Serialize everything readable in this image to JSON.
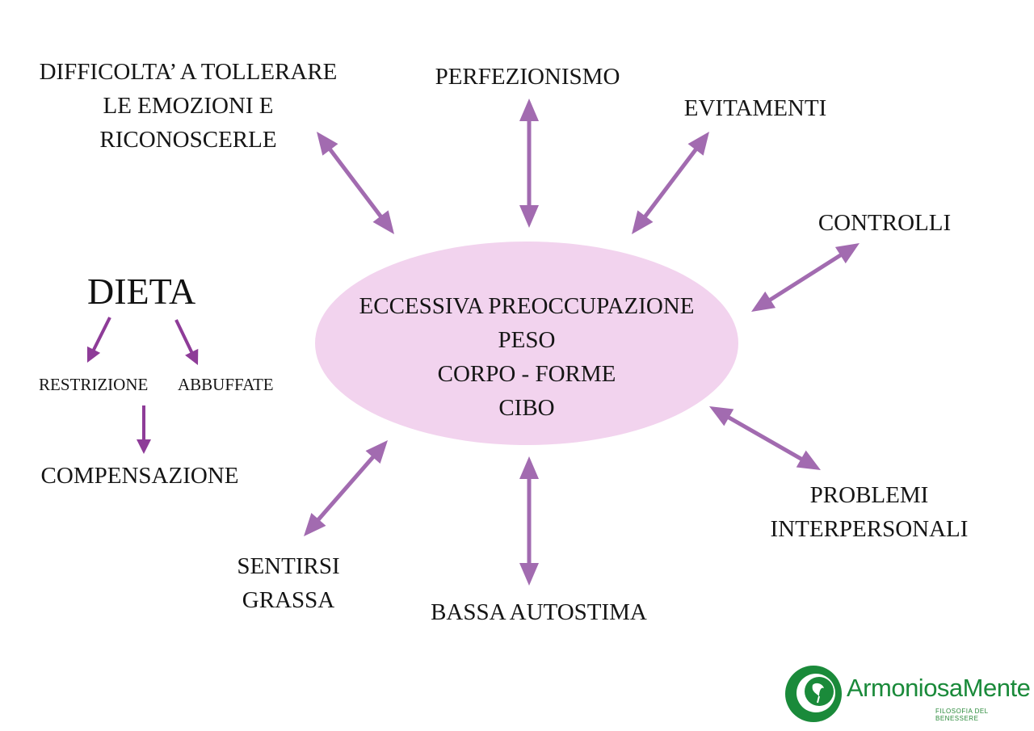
{
  "center": {
    "text": "ECCESSIVA PREOCCUPAZIONE\nPESO\nCORPO - FORME\nCIBO",
    "fill": "#f2d3ee"
  },
  "satellites": [
    {
      "id": "difficolta",
      "text": "DIFFICOLTA’ A TOLLERARE\nLE EMOZIONI E\nRICONOSCERLE"
    },
    {
      "id": "perfezionismo",
      "text": "PERFEZIONISMO"
    },
    {
      "id": "evitamenti",
      "text": "EVITAMENTI"
    },
    {
      "id": "controlli",
      "text": "CONTROLLI"
    },
    {
      "id": "problemi",
      "text": "PROBLEMI\nINTERPERSONALI"
    },
    {
      "id": "bassa",
      "text": "BASSA AUTOSTIMA"
    },
    {
      "id": "sentirsi",
      "text": "SENTIRSI\nGRASSA"
    }
  ],
  "dieta": {
    "title": "DIETA",
    "restrizione": "RESTRIZIONE",
    "abbuffate": "ABBUFFATE",
    "compensazione": "COMPENSAZIONE"
  },
  "logo": {
    "name": "ArmoniosaMente",
    "tagline": "FILOSOFIA DEL BENESSERE",
    "color": "#1a8a3a"
  },
  "colors": {
    "arrow": "#a26bb0",
    "dieta_arrow": "#8e3c98",
    "text": "#151515"
  }
}
